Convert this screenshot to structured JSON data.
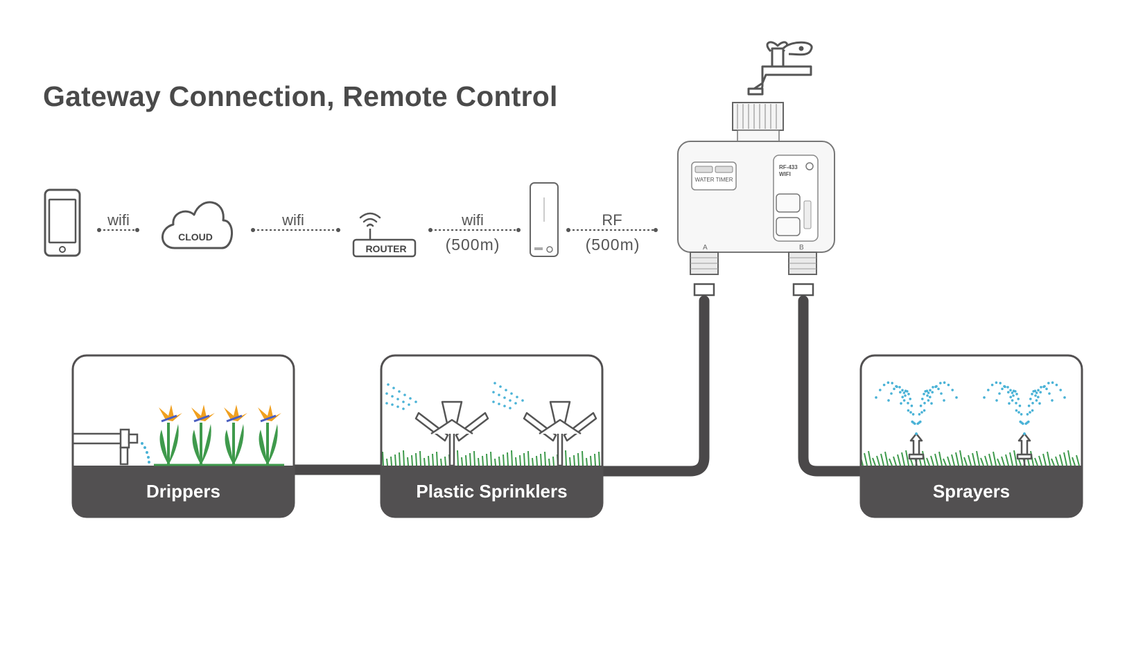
{
  "title": "Gateway Connection, Remote Control",
  "chain": {
    "phone_to_cloud": "wifi",
    "cloud_label": "CLOUD",
    "cloud_to_router": "wifi",
    "router_label": "ROUTER",
    "router_to_gateway": "wifi",
    "router_to_gateway_range": "(500m)",
    "gateway_to_timer": "RF",
    "gateway_to_timer_range": "(500m)"
  },
  "timer": {
    "panel_label": "WATER TIMER",
    "badge_line1": "RF-433",
    "badge_line2": "WIFI",
    "outlet_a": "A",
    "outlet_b": "B"
  },
  "zones": [
    {
      "label": "Drippers"
    },
    {
      "label": "Plastic Sprinklers"
    },
    {
      "label": "Sprayers"
    }
  ],
  "colors": {
    "hose": "#4a4849",
    "zone_base": "#525051",
    "water": "#49b2d6",
    "grass": "#3f9a4c",
    "flower_petal": "#f0a020",
    "flower_blue": "#4a5ec0"
  }
}
